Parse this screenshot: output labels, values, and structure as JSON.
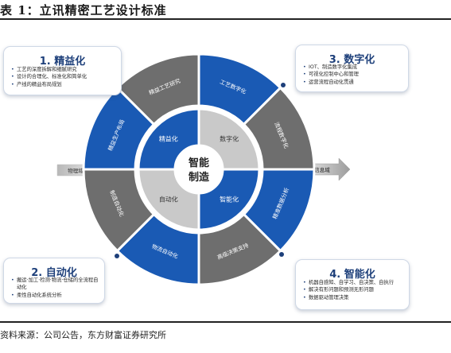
{
  "title": "表 1：立讯精密工艺设计标准",
  "source": "资料来源：公司公告，东方财富证券研究所",
  "center": {
    "line1": "智能",
    "line2": "制造"
  },
  "inner_ring": [
    "精益化",
    "数字化",
    "智能化",
    "自动化"
  ],
  "outer_ring": [
    "精益工艺研究",
    "工艺数字化",
    "流程数字化",
    "精准数据分析",
    "高级决策支持",
    "物流自动化",
    "制造自动化",
    "精益生产布局"
  ],
  "arrows": {
    "left": "物理域",
    "right": "信息域"
  },
  "boxes": [
    {
      "heading": "1. 精益化",
      "items": [
        "工艺的深度拆解和细腻研究",
        "设计的合理化、标准化和简单化",
        "产线的精益布局规划"
      ]
    },
    {
      "heading": "3. 数字化",
      "items": [
        "IOT、制造数字化集成",
        "可视化控制中心和管理",
        "运营流程自动化贯通"
      ]
    },
    {
      "heading": "2. 自动化",
      "items": [
        "搬运·加工·检测·物流·仓储的全流程自动化",
        "柔性自动化系统分析"
      ]
    },
    {
      "heading": "4. 智能化",
      "items": [
        "机器自感知、自学习、自决策、自执行",
        "解决有形问题和预测无形问题",
        "数据驱动管理决策"
      ]
    }
  ],
  "colors": {
    "blue": "#1a5ab4",
    "gray": "#6e6e6e",
    "light_gray": "#c9c9c9",
    "heading": "#1d3f7a"
  }
}
